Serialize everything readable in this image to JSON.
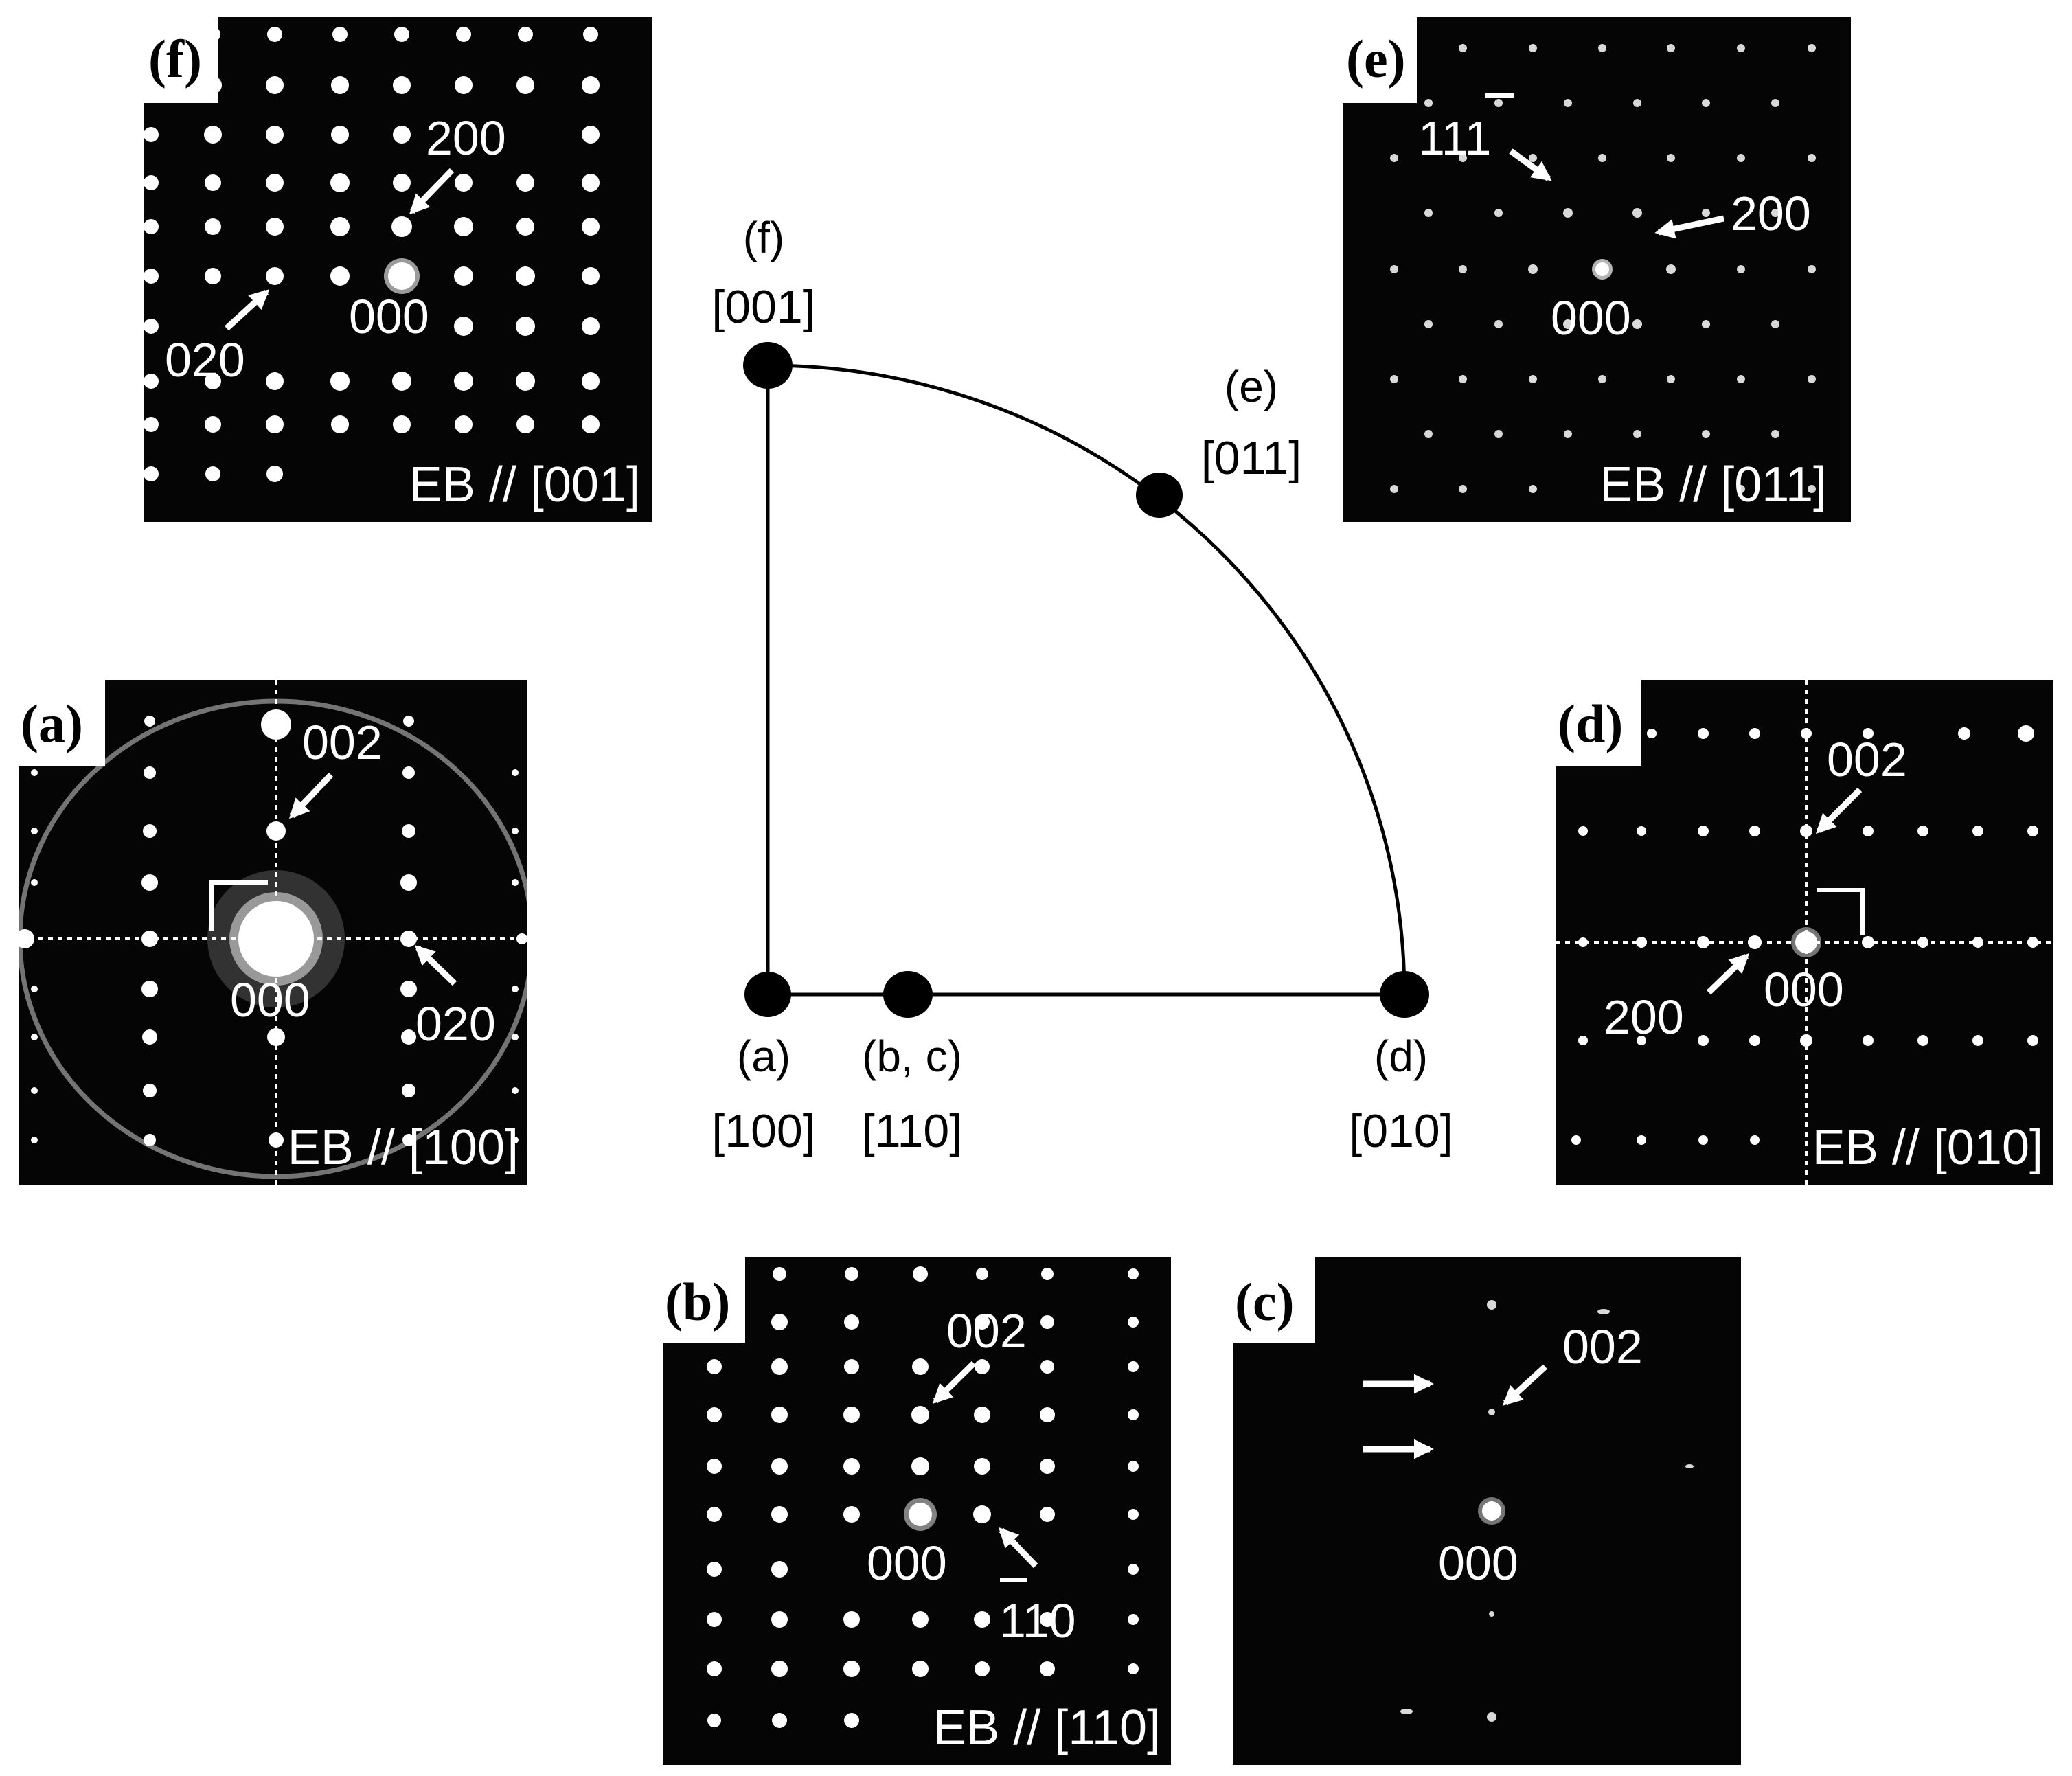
{
  "colors": {
    "pattern_bg": "#050505",
    "spot": "#ffffff",
    "line": "#000000",
    "label_bg": "#ffffff"
  },
  "stereogram": {
    "poles": [
      {
        "key": "a",
        "label": "(a)",
        "direction": "[100]"
      },
      {
        "key": "bc",
        "label": "(b, c)",
        "direction": "[110]"
      },
      {
        "key": "d",
        "label": "(d)",
        "direction": "[010]"
      },
      {
        "key": "e",
        "label": "(e)",
        "direction": "[011]"
      },
      {
        "key": "f",
        "label": "(f)",
        "direction": "[001]"
      }
    ]
  },
  "panels": {
    "f": {
      "letter": "(f)",
      "beam": "EB // [001]",
      "spot_labels": [
        "200",
        "020",
        "000"
      ]
    },
    "e": {
      "letter": "(e)",
      "beam": "EB // [011]",
      "spot_labels": [
        "111",
        "200",
        "000"
      ]
    },
    "a": {
      "letter": "(a)",
      "beam": "EB // [100]",
      "spot_labels": [
        "002",
        "000",
        "020"
      ]
    },
    "d": {
      "letter": "(d)",
      "beam": "EB // [010]",
      "spot_labels": [
        "002",
        "200",
        "000"
      ]
    },
    "b": {
      "letter": "(b)",
      "beam": "EB // [110]",
      "spot_labels": [
        "002",
        "000",
        "110"
      ]
    },
    "c": {
      "letter": "(c)",
      "beam": "",
      "spot_labels": [
        "002",
        "000"
      ]
    }
  }
}
